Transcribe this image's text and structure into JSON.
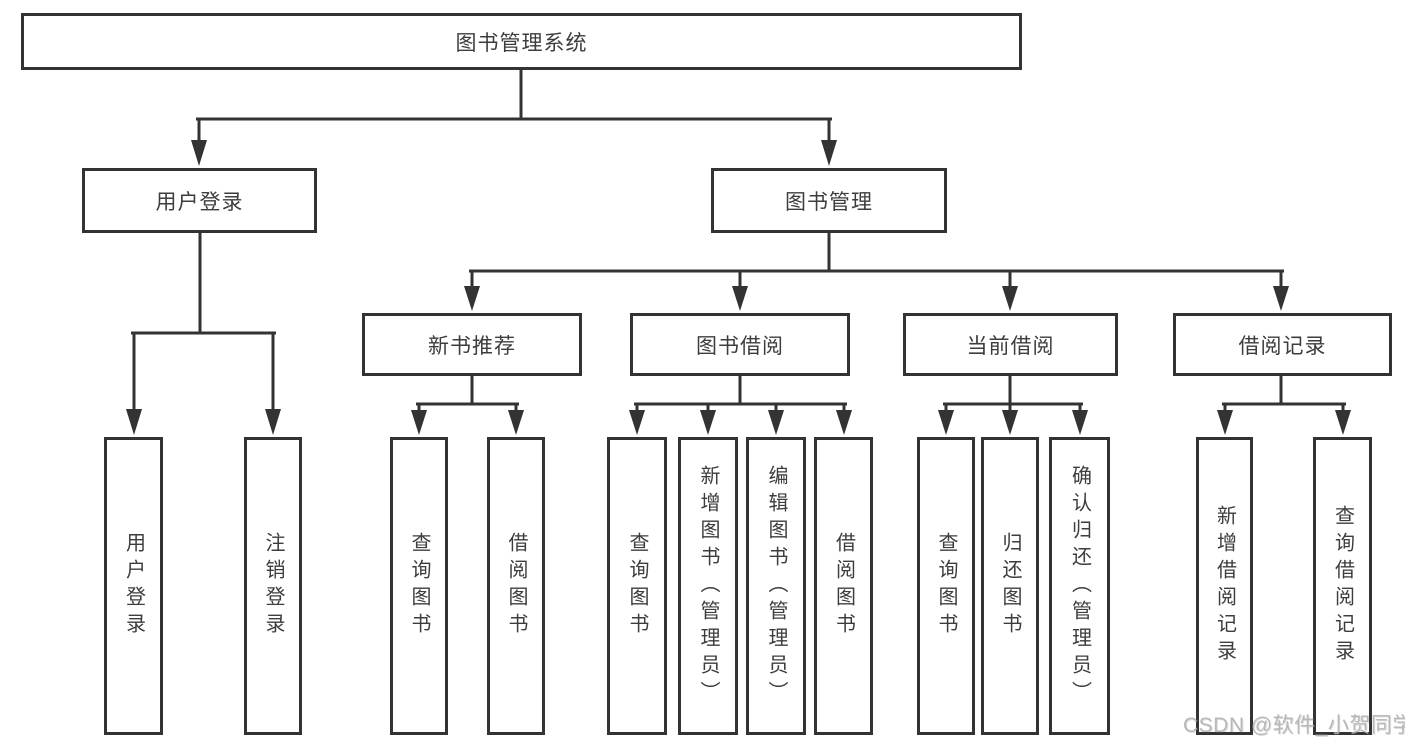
{
  "colors": {
    "line": "#333333",
    "box_border": "#333333",
    "text": "#3d3d3d",
    "background": "#ffffff",
    "watermark": "#b2b2b2"
  },
  "tree": {
    "root": {
      "label": "图书管理系统"
    },
    "branches": [
      {
        "label": "用户登录",
        "children": [
          {
            "label": "用户登录"
          },
          {
            "label": "注销登录"
          }
        ]
      },
      {
        "label": "图书管理",
        "children": [
          {
            "label": "新书推荐",
            "children": [
              {
                "label": "查询图书"
              },
              {
                "label": "借阅图书"
              }
            ]
          },
          {
            "label": "图书借阅",
            "children": [
              {
                "label": "查询图书"
              },
              {
                "label": "新增图书（管理员）"
              },
              {
                "label": "编辑图书（管理员）"
              },
              {
                "label": "借阅图书"
              }
            ]
          },
          {
            "label": "当前借阅",
            "children": [
              {
                "label": "查询图书"
              },
              {
                "label": "归还图书"
              },
              {
                "label": "确认归还（管理员）"
              }
            ]
          },
          {
            "label": "借阅记录",
            "children": [
              {
                "label": "新增借阅记录"
              },
              {
                "label": "查询借阅记录"
              }
            ]
          }
        ]
      }
    ]
  },
  "watermark": {
    "text": "CSDN @软件_小贺同学"
  }
}
